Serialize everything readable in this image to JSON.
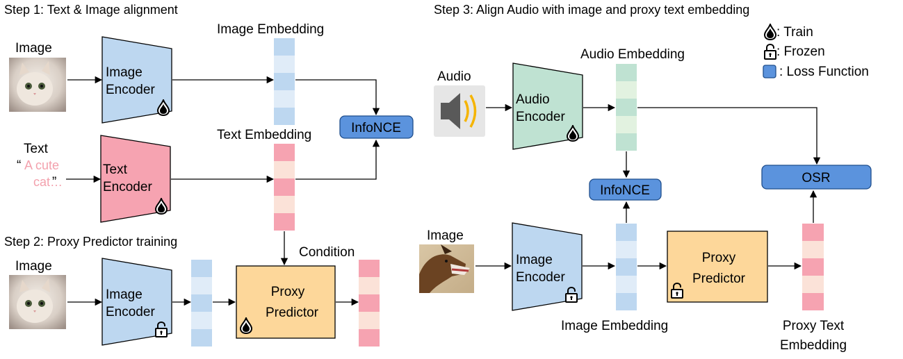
{
  "step1": {
    "title": "Step 1: Text & Image alignment",
    "image_label": "Image",
    "image_encoder": [
      "Image",
      "Encoder"
    ],
    "image_embedding_label": "Image Embedding",
    "text_label": "Text",
    "text_quote_open": "“",
    "text_quote_line1": "A cute",
    "text_quote_line2": "cat…",
    "text_quote_close": "”",
    "text_encoder": [
      "Text",
      "Encoder"
    ],
    "text_embedding_label": "Text Embedding",
    "loss": "InfoNCE"
  },
  "step2": {
    "title": "Step 2: Proxy Predictor training",
    "image_label": "Image",
    "image_encoder": [
      "Image",
      "Encoder"
    ],
    "proxy_predictor": [
      "Proxy",
      "Predictor"
    ],
    "condition_label": "Condition"
  },
  "step3": {
    "title": "Step 3: Align Audio with image and proxy text embedding",
    "audio_label": "Audio",
    "audio_encoder": [
      "Audio",
      "Encoder"
    ],
    "audio_embedding_label": "Audio Embedding",
    "loss_infonce": "InfoNCE",
    "loss_osr": "OSR",
    "image_label": "Image",
    "image_encoder": [
      "Image",
      "Encoder"
    ],
    "proxy_predictor": [
      "Proxy",
      "Predictor"
    ],
    "image_embedding_label": "Image Embedding",
    "proxy_text_embedding_label": [
      "Proxy Text",
      "Embedding"
    ]
  },
  "legend": {
    "train": ": Train",
    "frozen": ": Frozen",
    "loss": ": Loss Function"
  },
  "colors": {
    "image_blue": "#bdd7f0",
    "text_pink": "#f6a3b1",
    "audio_green": "#bfe2d2",
    "proxy_orange": "#fdd79a",
    "loss_blue": "#5b93dd",
    "quote_pink": "#f3a1ad"
  }
}
